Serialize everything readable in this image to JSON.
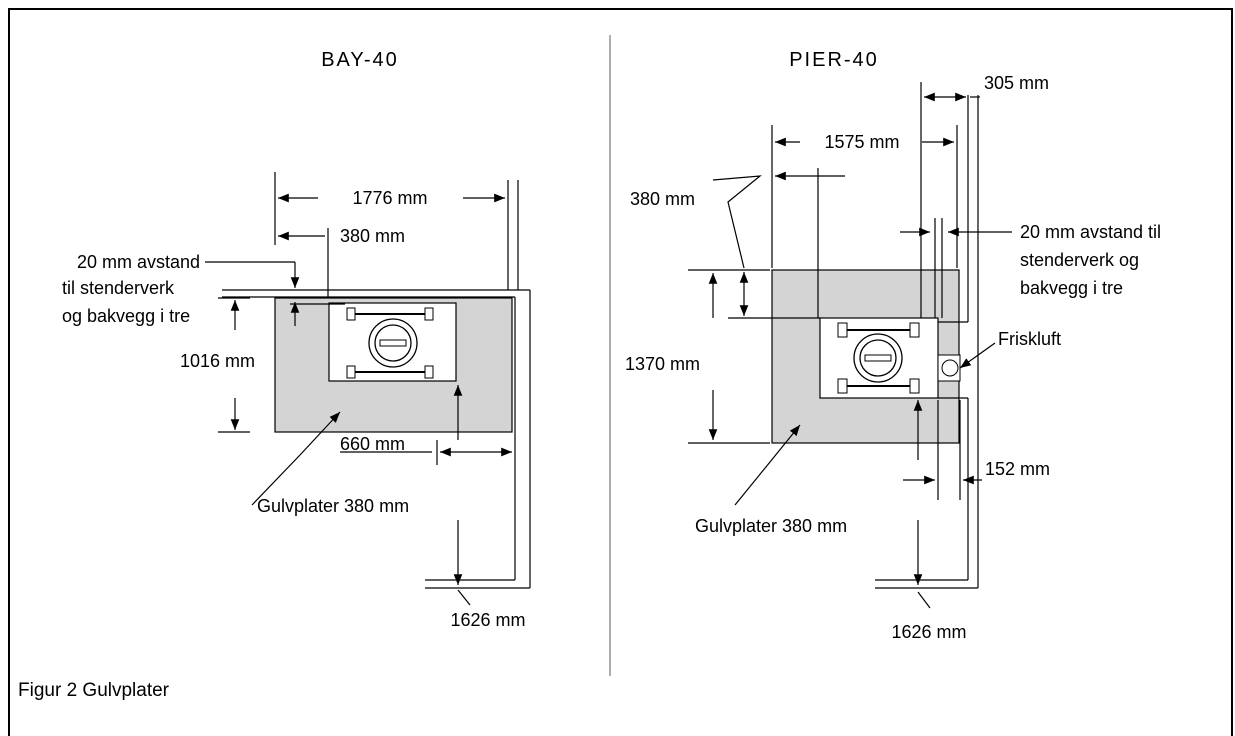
{
  "bay": {
    "title": "BAY-40",
    "dim_width": "1776 mm",
    "dim_offset": "380 mm",
    "clearance_line1": "20 mm avstand",
    "clearance_line2": "til stenderverk",
    "clearance_line3": "og bakvegg i tre",
    "dim_depth": "1016 mm",
    "dim_side": "660 mm",
    "floorplate_label": "Gulvplater 380 mm",
    "dim_front": "1626 mm"
  },
  "pier": {
    "title": "PIER-40",
    "dim_top": "305 mm",
    "dim_width": "1575 mm",
    "dim_offset": "380 mm",
    "clearance_line1": "20 mm avstand til",
    "clearance_line2": "stenderverk og",
    "clearance_line3": "bakvegg i tre",
    "fresh_air": "Friskluft",
    "dim_depth": "1370 mm",
    "dim_side": "152 mm",
    "floorplate_label": "Gulvplater 380 mm",
    "dim_front": "1626 mm"
  },
  "caption": "Figur 2 Gulvplater"
}
